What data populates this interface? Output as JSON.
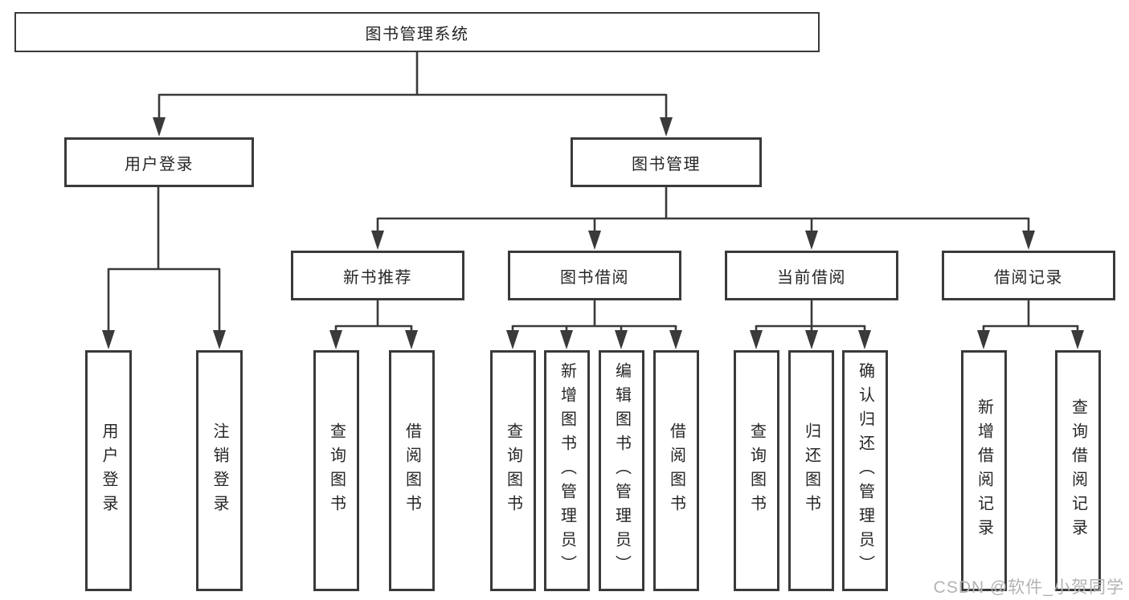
{
  "colors": {
    "line": "#3a3a3a",
    "text": "#262626",
    "background": "#ffffff",
    "watermark": "#b3b3b3"
  },
  "watermark": {
    "text": "CSDN @软件_小贺同学"
  },
  "diagram": {
    "type": "hierarchy-tree",
    "root": {
      "label": "图书管理系统"
    },
    "branches": [
      {
        "label": "用户登录",
        "children": [
          {
            "label": "用户登录"
          },
          {
            "label": "注销登录"
          }
        ]
      },
      {
        "label": "图书管理",
        "children": [
          {
            "label": "新书推荐",
            "children": [
              {
                "label": "查询图书"
              },
              {
                "label": "借阅图书"
              }
            ]
          },
          {
            "label": "图书借阅",
            "children": [
              {
                "label": "查询图书"
              },
              {
                "label": "新增图书（管理员）"
              },
              {
                "label": "编辑图书（管理员）"
              },
              {
                "label": "借阅图书"
              }
            ]
          },
          {
            "label": "当前借阅",
            "children": [
              {
                "label": "查询图书"
              },
              {
                "label": "归还图书"
              },
              {
                "label": "确认归还（管理员）"
              }
            ]
          },
          {
            "label": "借阅记录",
            "children": [
              {
                "label": "新增借阅记录"
              },
              {
                "label": "查询借阅记录"
              }
            ]
          }
        ]
      }
    ]
  }
}
